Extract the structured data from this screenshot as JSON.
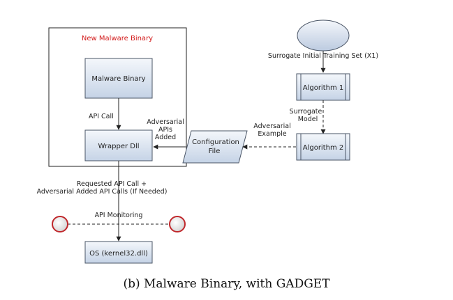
{
  "container": {
    "title": "New Malware Binary"
  },
  "nodes": {
    "malware_binary": "Malware Binary",
    "wrapper_dll": "Wrapper Dll",
    "os": "OS (kernel32.dll)",
    "config_file": [
      "Configuration",
      "File"
    ],
    "algorithm_1": "Algorithm 1",
    "algorithm_2": "Algorithm 2"
  },
  "edges": {
    "api_call": "API Call",
    "adversarial_apis_added": [
      "Adversarial",
      "APIs",
      "Added"
    ],
    "adversarial_example": [
      "Adversarial",
      "Example"
    ],
    "surrogate_model": [
      "Surrogate",
      "Model"
    ],
    "surrogate_training_set": "Surrogate Initial Training Set (X1)",
    "requested_calls": [
      "Requested API Call +",
      "Adversarial Added API Calls (If Needed)"
    ],
    "api_monitoring": "API Monitoring"
  },
  "caption": "(b) Malware Binary, with GADGET",
  "colors": {
    "box_fill_top": "#f4f7fb",
    "box_fill_bottom": "#c5d3e6",
    "box_stroke": "#4a5566",
    "monitor_stroke": "#c0282c",
    "monitor_fill": "#e8e8e8"
  }
}
